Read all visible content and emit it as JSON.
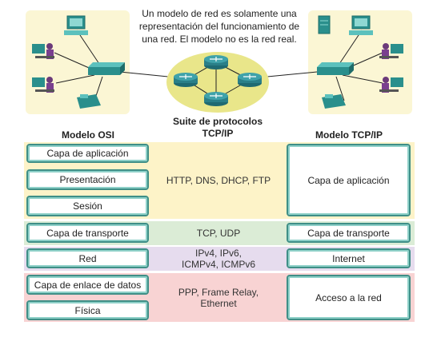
{
  "caption": {
    "line1": "Un modelo de red es solamente una",
    "line2": "representación del funcionamiento de",
    "line3": "una red. El modelo no es la red real."
  },
  "headings": {
    "osi": "Modelo OSI",
    "suite_line1": "Suite de protocolos",
    "suite_line2": "TCP/IP",
    "tcpip": "Modelo TCP/IP"
  },
  "osi_layers": [
    "Capa de aplicación",
    "Presentación",
    "Sesión",
    "Capa de transporte",
    "Red",
    "Capa de enlace de datos",
    "Física"
  ],
  "protocols": {
    "application": "HTTP, DNS, DHCP, FTP",
    "transport": "TCP, UDP",
    "network_line1": "IPv4, IPv6,",
    "network_line2": "ICMPv4, ICMPv6",
    "access_line1": "PPP, Frame Relay,",
    "access_line2": "Ethernet"
  },
  "tcpip_layers": [
    "Capa de aplicación",
    "Capa de transporte",
    "Internet",
    "Acceso a la red"
  ],
  "colors": {
    "band_application": "#fdf3c8",
    "band_transport": "#dbecd6",
    "band_network": "#e6dcee",
    "band_access": "#f8d3d3",
    "layer_border": "#3f8f87",
    "device_teal": "#2a8f8c",
    "router_blue": "#2a7f88",
    "cloud_yellow": "#e9e68a"
  }
}
